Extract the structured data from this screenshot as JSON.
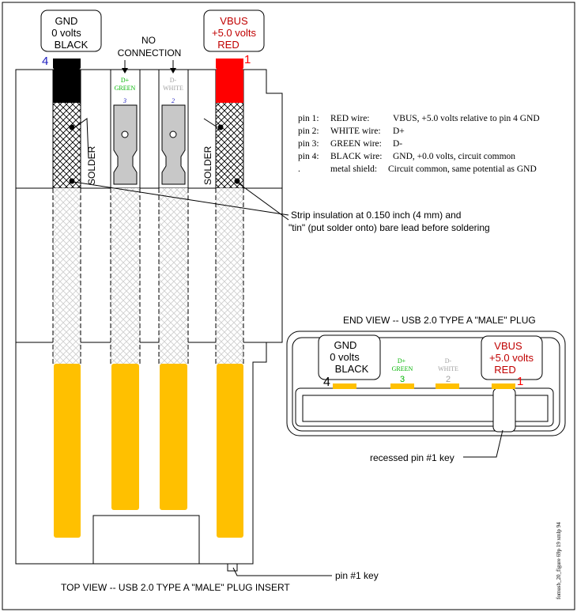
{
  "colors": {
    "red": "#ff0000",
    "black": "#000000",
    "green": "#00b400",
    "white_wire_label": "#a0a0a0",
    "gold": "#ffc000",
    "gray_pad": "#c8c8c8",
    "blue": "#2020c0",
    "dark_red": "#c00000"
  },
  "top_view": {
    "gnd_box": {
      "line1": "GND",
      "line2": "0 volts",
      "line3": "BLACK"
    },
    "vbus_box": {
      "line1": "VBUS",
      "line2": "+5.0 volts",
      "line3": "RED"
    },
    "pin_gnd_number": "4",
    "pin_vbus_number": "1",
    "no_connection": {
      "line1": "NO",
      "line2": "CONNECTION"
    },
    "green_pad": {
      "name": "D+",
      "color": "GREEN",
      "number": "3"
    },
    "white_pad": {
      "name": "D-",
      "color": "WHITE",
      "number": "2"
    },
    "solder_left": "SOLDER",
    "solder_right": "SOLDER",
    "strip_note": {
      "line1": "Strip insulation at 0.150 inch (4 mm) and",
      "line2": "\"tin\" (put solder onto) bare lead before soldering"
    },
    "pin1_key_label": "pin #1 key",
    "caption": "TOP VIEW -- USB 2.0 TYPE A \"MALE\" PLUG INSERT"
  },
  "pin_table": [
    {
      "pin": "pin 1:",
      "wire": "RED wire:",
      "desc": "VBUS, +5.0 volts relative to pin 4 GND"
    },
    {
      "pin": "pin 2:",
      "wire": "WHITE wire:",
      "desc": "D+"
    },
    {
      "pin": "pin 3:",
      "wire": "GREEN wire:",
      "desc": "D-"
    },
    {
      "pin": "pin 4:",
      "wire": "BLACK wire:",
      "desc": "GND, +0.0 volts, circuit common"
    },
    {
      "pin": ".",
      "wire": "metal shield:",
      "desc": "Circuit common, same potential as GND"
    }
  ],
  "end_view": {
    "title": "END VIEW -- USB 2.0 TYPE A \"MALE\" PLUG",
    "gnd_box": {
      "line1": "GND",
      "line2": "0 volts",
      "line3": "BLACK"
    },
    "vbus_box": {
      "line1": "VBUS",
      "line2": "+5.0 volts",
      "line3": "RED"
    },
    "pin_gnd_number": "4",
    "pin_vbus_number": "1",
    "green_pin": {
      "name": "D+",
      "color": "GREEN",
      "number": "3"
    },
    "white_pin": {
      "name": "D-",
      "color": "WHITE",
      "number": "2"
    },
    "key_label": "recessed pin #1 key"
  },
  "file_id": "fomusb_20_figure 69p 19 xmlp 94"
}
